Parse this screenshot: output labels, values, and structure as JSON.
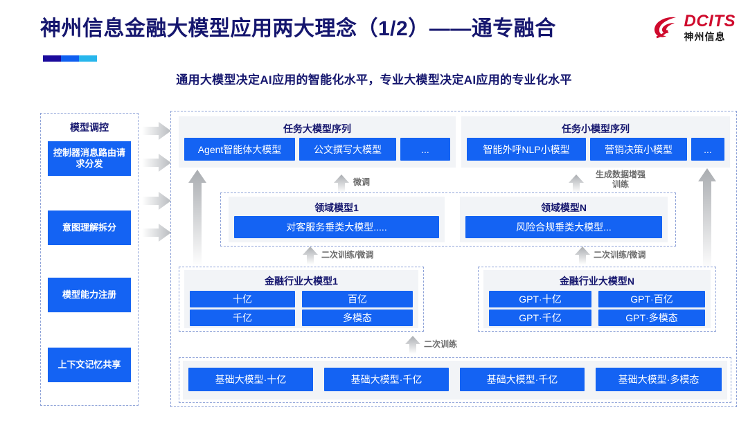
{
  "header": {
    "title": "神州信息金融大模型应用两大理念（1/2）——通专融合",
    "subtitle": "通用大模型决定AI应用的智能化水平，专业大模型决定AI应用的专业化水平",
    "logo_en": "DCITS",
    "logo_cn": "神州信息",
    "accent_colors": [
      "#1b0a9c",
      "#0f5ff0",
      "#27b6ec"
    ],
    "title_color": "#15166e"
  },
  "control_panel": {
    "title": "模型调控",
    "items": [
      {
        "label": "控制器消息路由请求分发"
      },
      {
        "label": "意图理解拆分"
      },
      {
        "label": "模型能力注册"
      },
      {
        "label": "上下文记忆共享"
      }
    ]
  },
  "task_big": {
    "title": "任务大模型序列",
    "items": [
      "Agent智能体大模型",
      "公文撰写大模型",
      "..."
    ]
  },
  "task_small": {
    "title": "任务小模型序列",
    "items": [
      "智能外呼NLP小模型",
      "营销决策小模型",
      "..."
    ]
  },
  "domain_models": [
    {
      "title": "领域模型1",
      "label": "对客服务垂类大模型....."
    },
    {
      "title": "领域模型N",
      "label": "风险合规垂类大模型..."
    }
  ],
  "industry_models": [
    {
      "title": "金融行业大模型1",
      "items": [
        "十亿",
        "百亿",
        "千亿",
        "多模态"
      ]
    },
    {
      "title": "金融行业大模型N",
      "items": [
        "GPT·十亿",
        "GPT·百亿",
        "GPT·千亿",
        "GPT·多模态"
      ]
    }
  ],
  "base_models": {
    "items": [
      "基础大模型·十亿",
      "基础大模型·千亿",
      "基础大模型·千亿",
      "基础大模型·多模态"
    ]
  },
  "flow_labels": {
    "fine_tune": "微调",
    "data_aug_line1": "生成数据增强",
    "data_aug_line2": "训练",
    "retrain_tune_left": "二次训练/微调",
    "retrain_tune_right": "二次训练/微调",
    "retrain": "二次训练"
  },
  "palette": {
    "blue_box": "#1463f3",
    "panel_grey": "#f2f4f7",
    "dashed_border": "#8fa3d8",
    "arrow_grey": "#c9cbce"
  }
}
